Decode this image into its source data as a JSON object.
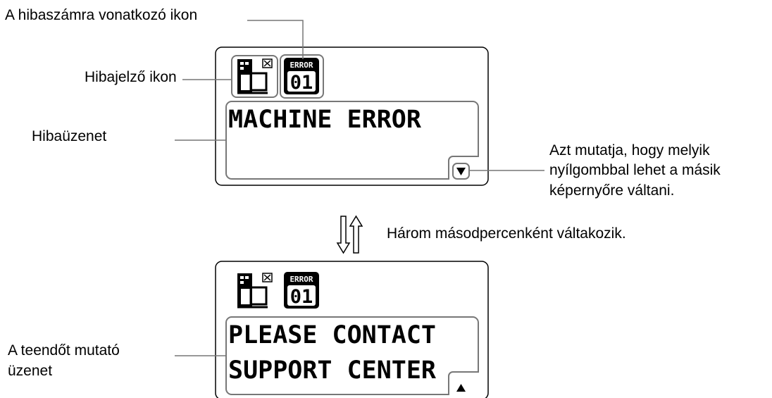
{
  "callouts": {
    "error_number_icon": "A hibaszámra vonatkozó ikon",
    "error_icon": "Hibajelző ikon",
    "error_message": "Hibaüzenet",
    "arrow_hint_line1": "Azt mutatja, hogy melyik",
    "arrow_hint_line2": "nyílgombbal lehet a másik",
    "arrow_hint_line3": "képernyőre váltani.",
    "alternates": "Három másodpercenként váltakozik.",
    "action_message_line1": "A teendőt mutató",
    "action_message_line2": "üzenet"
  },
  "screen1": {
    "badge_top": "ERROR",
    "badge_number": "01",
    "message_line1": "MACHINE ERROR",
    "scroll_indicator": "down-triangle-icon"
  },
  "screen2": {
    "badge_top": "ERROR",
    "badge_number": "01",
    "message_line1": "PLEASE CONTACT",
    "message_line2": "SUPPORT CENTER",
    "scroll_indicator": "up-triangle-icon"
  }
}
